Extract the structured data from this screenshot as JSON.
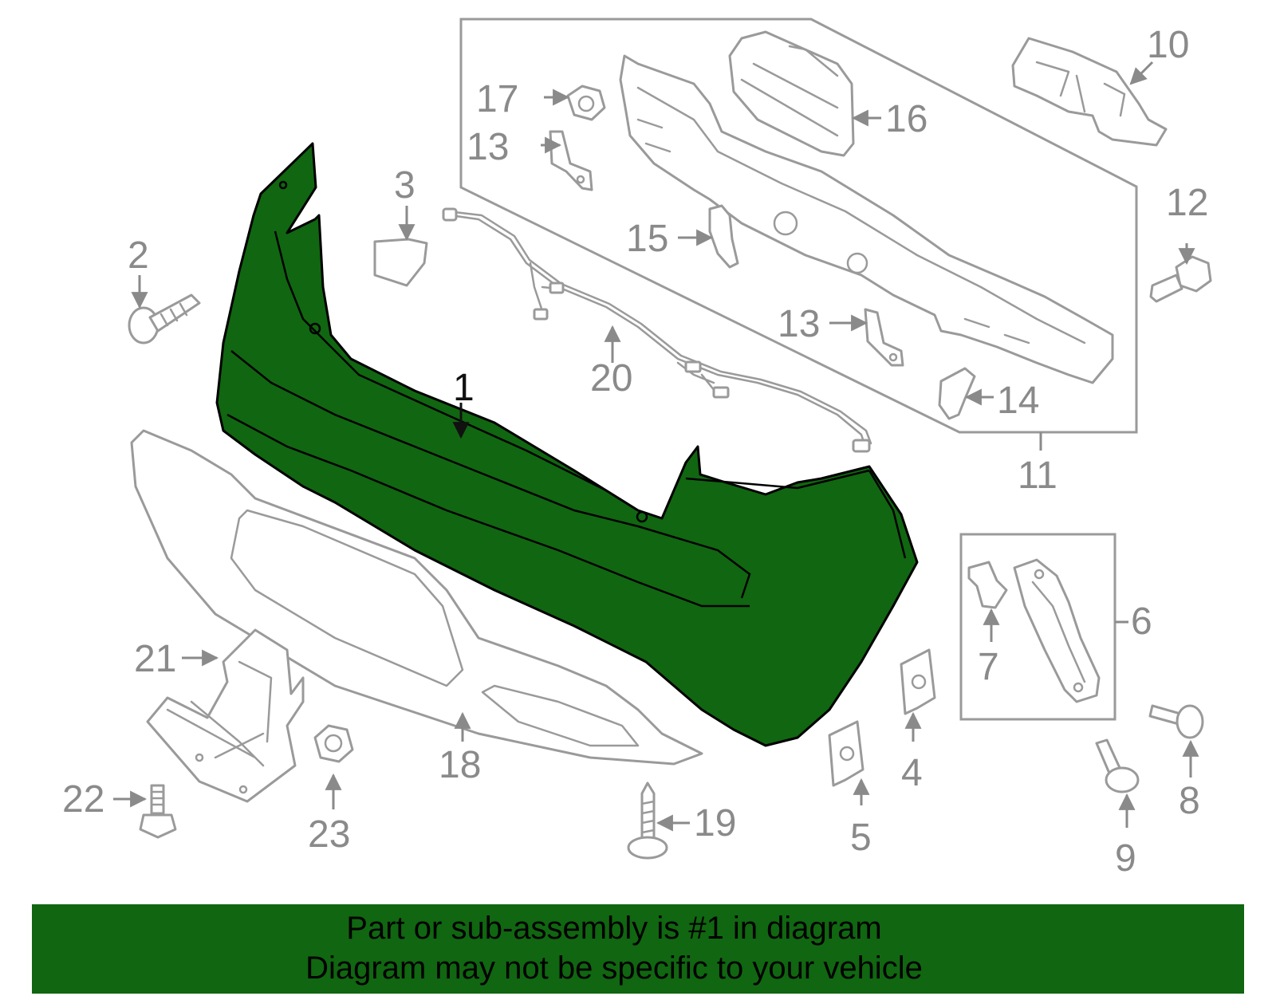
{
  "callouts": [
    "1",
    "2",
    "3",
    "4",
    "5",
    "6",
    "7",
    "8",
    "9",
    "10",
    "11",
    "12",
    "13",
    "13",
    "14",
    "15",
    "16",
    "17",
    "18",
    "19",
    "20",
    "21",
    "22",
    "23"
  ],
  "highlight_part": "1",
  "colors": {
    "highlight_fill": "#116611",
    "outline": "#9a9a9a",
    "banner_bg": "#116611",
    "text_gray": "#8a8a8a"
  },
  "banner": {
    "line1": "Part or sub-assembly is #1 in diagram",
    "line2": "Diagram may not be specific to your vehicle"
  }
}
